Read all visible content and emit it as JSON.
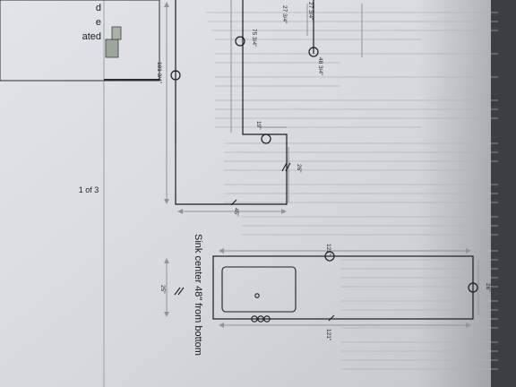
{
  "page": {
    "page_indicator": "1 of 3",
    "legend_partial": [
      "d",
      "e",
      "ated"
    ]
  },
  "drawing_l_shape": {
    "dimensions": {
      "top_left": "27 3/4\"",
      "left_side": "27 3/4\"",
      "middle": "75 3/4\"",
      "middle_right": "48 3/4\"",
      "outer": "101 3/4\"",
      "notch": "19\"",
      "depth": "26\"",
      "return": "45\""
    }
  },
  "drawing_straight": {
    "dimensions": {
      "top": "121\"",
      "width": "26\"",
      "bottom": "121\"",
      "inner_width": "25\""
    },
    "note": "Sink center 48\" from bottom"
  }
}
